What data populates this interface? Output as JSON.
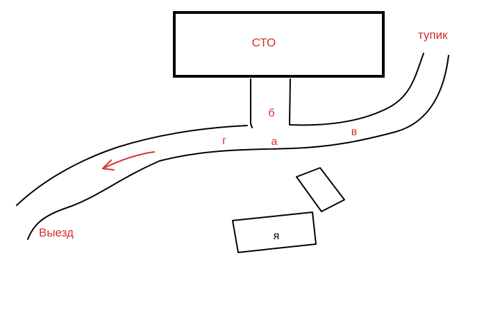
{
  "colors": {
    "ink": "#000000",
    "annotation": "#d03030",
    "background": "#ffffff"
  },
  "labels": {
    "service_station": "СТО",
    "dead_end": "тупик",
    "exit": "Выезд",
    "point_a": "а",
    "point_b": "б",
    "point_v": "в",
    "point_g": "г",
    "me": "я"
  }
}
